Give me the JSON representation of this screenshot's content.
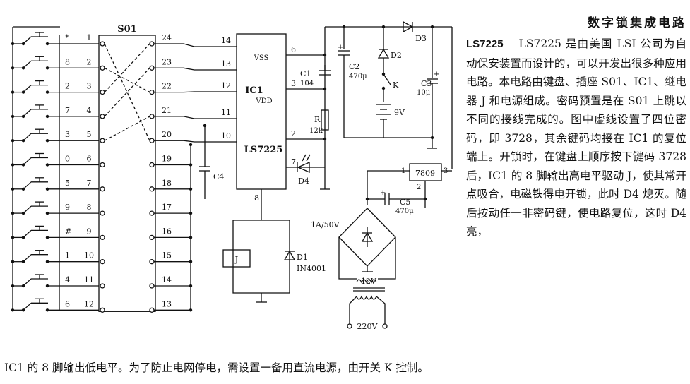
{
  "title": "数字锁集成电路",
  "part_name": "LS7225",
  "description": "LS7225 是由美国 LSI 公司为自动保安装置而设计的，可以开发出很多种应用电路。本电路由键盘、插座 S01、IC1、继电器 J 和电源组成。密码预置是在 S01 上跳以不同的接线完成的。图中虚线设置了四位密码，即 3728，其余键码均接在 IC1 的复位端上。开锁时，在键盘上顺序按下键码 3728 后，IC1 的 8 脚输出高电平驱动 J，使其常开点吸合，电磁铁得电开锁，此时 D4 熄灭。随后按动任一非密码键，使电路复位，这时 D4 亮，",
  "continuation": "IC1 的 8 脚输出低电平。为了防止电网停电，需设置一备用直流电源，由开关 K 控制。",
  "socket": {
    "name": "S01",
    "key_labels": [
      "*",
      "8",
      "2",
      "7",
      "3",
      "0",
      "5",
      "9",
      "#",
      "1",
      "4",
      "6"
    ],
    "left_pins": [
      "1",
      "2",
      "3",
      "4",
      "5",
      "6",
      "7",
      "8",
      "9",
      "10",
      "11",
      "12"
    ],
    "right_pins": [
      "24",
      "23",
      "22",
      "21",
      "20",
      "19",
      "18",
      "17",
      "16",
      "15",
      "14",
      "13"
    ]
  },
  "ic": {
    "name": "IC1",
    "part": "LS7225",
    "pin_vss": "VSS",
    "pin_vdd": "VDD",
    "input_pins": [
      "14",
      "13",
      "12",
      "11",
      "10"
    ],
    "right_pins": [
      "6",
      "3",
      "2",
      "7"
    ],
    "bottom_pin": "8"
  },
  "components": {
    "c1_name": "C1",
    "c1_value": "104",
    "c2_name": "C2",
    "c2_value": "470μ",
    "c3_name": "C3",
    "c3_value": "10μ",
    "c4_name": "C4",
    "c5_name": "C5",
    "c5_value": "470μ",
    "r_name": "R",
    "r_value": "12k",
    "d1_name": "D1",
    "d1_part": "IN4001",
    "d2_name": "D2",
    "d3_name": "D3",
    "d4_name": "D4",
    "relay_name": "J",
    "switch_name": "K",
    "battery_value": "9V",
    "regulator": "7809",
    "reg_pin1": "1",
    "reg_pin2": "2",
    "reg_pin3": "3",
    "bridge_rating": "1A/50V",
    "transformer_secondary": "12V",
    "mains": "220V"
  }
}
